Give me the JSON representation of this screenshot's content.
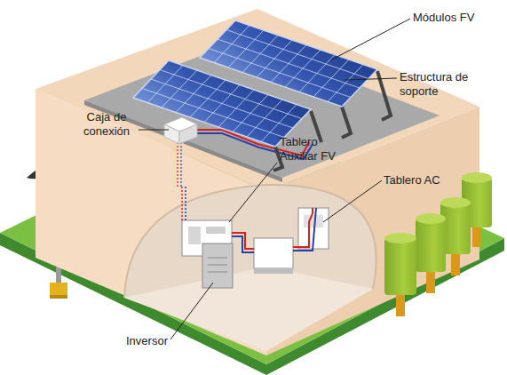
{
  "diagram": {
    "labels": [
      "Módulos FV",
      "Estructura de soporte",
      "Caja de conexión",
      "Tablero Auxiliar FV",
      "Tablero AC",
      "Inversor"
    ]
  }
}
